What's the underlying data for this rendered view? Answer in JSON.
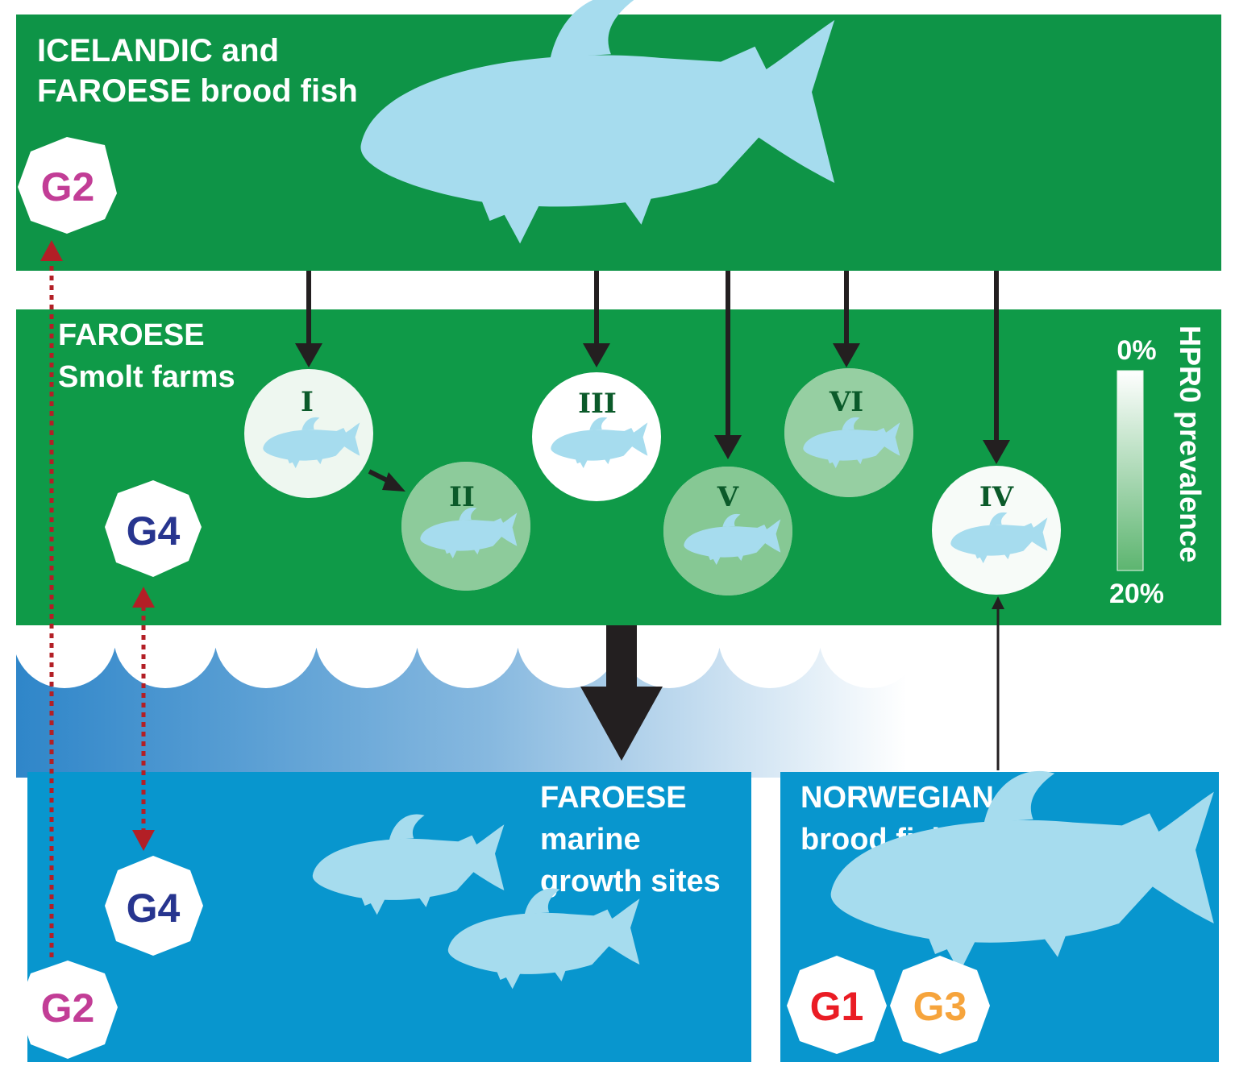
{
  "top": {
    "title_line1": "ICELANDIC and",
    "title_line2": "FAROESE brood fish"
  },
  "smolt": {
    "title_line1": "FAROESE",
    "title_line2": "Smolt farms"
  },
  "marine": {
    "title_line1": "FAROESE",
    "title_line2": "marine",
    "title_line3": "growth sites"
  },
  "norway": {
    "title_line1": "NORWEGIAN",
    "title_line2": "brood fish"
  },
  "legend": {
    "title": "HPR0 prevalence",
    "top_label": "0%",
    "bottom_label": "20%"
  },
  "farms": {
    "I": {
      "label": "I",
      "prevalence_pct": 2
    },
    "II": {
      "label": "II",
      "prevalence_pct": 14
    },
    "III": {
      "label": "III",
      "prevalence_pct": 0
    },
    "IV": {
      "label": "IV",
      "prevalence_pct": 1
    },
    "V": {
      "label": "V",
      "prevalence_pct": 15
    },
    "VI": {
      "label": "VI",
      "prevalence_pct": 13
    }
  },
  "genotypes": {
    "g2_top": "G2",
    "g4_smolt": "G4",
    "g4_marine": "G4",
    "g2_marine": "G2",
    "g1_norway": "G1",
    "g3_norway": "G3"
  },
  "colors": {
    "green_dark": "#0e9447",
    "green_mid": "#0f9a48",
    "blue": "#0896ce",
    "fish": "#a6dcee",
    "arrow": "#231f20",
    "dotted_red": "#b31f26",
    "g1": "#ea1c24",
    "g2": "#c23d96",
    "g3": "#f6a43c",
    "g4": "#27358f"
  }
}
